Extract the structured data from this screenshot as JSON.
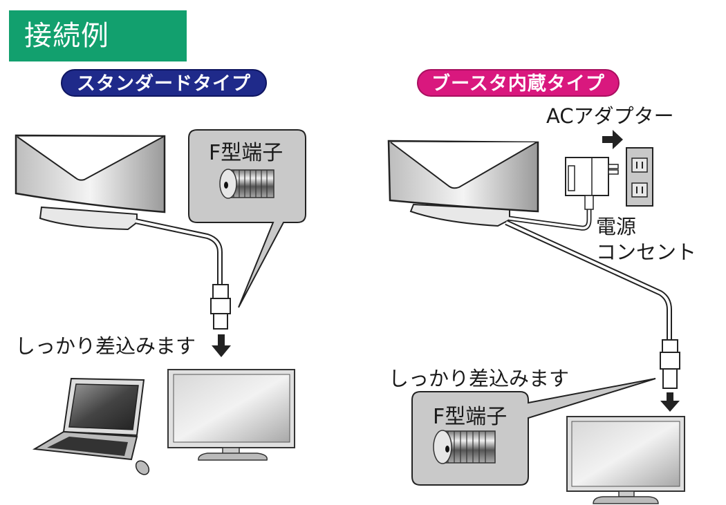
{
  "header": {
    "title": "接続例",
    "color": "#12a06e"
  },
  "standard": {
    "badge": "スタンダードタイプ",
    "badge_color": "#1f2a8a",
    "callout_label": "F型端子",
    "instruction": "しっかり差込みます"
  },
  "booster": {
    "badge": "ブースタ内蔵タイプ",
    "badge_color": "#d9187e",
    "ac_adapter_label": "ACアダプター",
    "outlet_label_line1": "電源",
    "outlet_label_line2": "コンセント",
    "callout_label": "F型端子",
    "instruction": "しっかり差込みます"
  }
}
